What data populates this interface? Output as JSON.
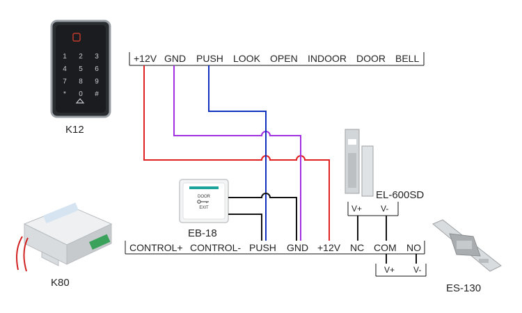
{
  "top_terminal": [
    "+12V",
    "GND",
    "PUSH",
    "LOOK",
    "OPEN",
    "INDOOR",
    "DOOR",
    "BELL"
  ],
  "bottom_terminal": [
    "CONTROL+",
    "CONTROL-",
    "PUSH",
    "GND",
    "+12V",
    "NC",
    "COM",
    "NO"
  ],
  "devices": {
    "keypad": "K12",
    "exit_button": "EB-18",
    "power_supply": "K80",
    "maglock": "EL-600SD",
    "strike": "ES-130"
  },
  "maglock_terms": [
    "V+",
    "V-"
  ],
  "strike_terms": [
    "V+",
    "V-"
  ],
  "exit_button_text": {
    "line1": "DOOR",
    "line2": "EXIT"
  },
  "keypad_keys": [
    "1",
    "2",
    "3",
    "4",
    "5",
    "6",
    "7",
    "8",
    "9",
    "*",
    "0",
    "#"
  ],
  "colors": {
    "red": "#e02020",
    "purple": "#a030e0",
    "blue": "#1030c0",
    "black": "#111111"
  }
}
